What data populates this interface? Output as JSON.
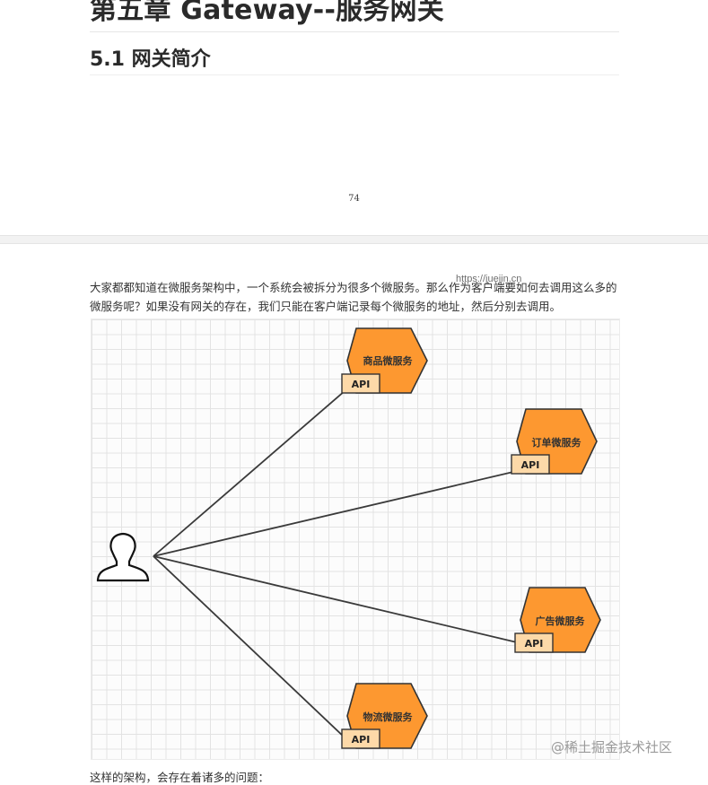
{
  "heading": {
    "chapter": "第五章 Gateway--服务网关",
    "section": "5.1 网关简介"
  },
  "page_number": "74",
  "intro": "大家都都知道在微服务架构中，一个系统会被拆分为很多个微服务。那么作为客户端要如何去调用这么多的微服务呢？如果没有网关的存在，我们只能在客户端记录每个微服务的地址，然后分别去调用。",
  "url_overlay": "https://juejin.cn",
  "diagram": {
    "client_icon": "user-icon",
    "services": [
      {
        "name": "商品微服务",
        "api": "API"
      },
      {
        "name": "订单微服务",
        "api": "API"
      },
      {
        "name": "广告微服务",
        "api": "API"
      },
      {
        "name": "物流微服务",
        "api": "API"
      }
    ],
    "colors": {
      "hex_fill": "#fd9830",
      "api_fill": "#fdd9a8",
      "line": "#3a3a3a"
    }
  },
  "cutoff_text": "这样的架构，会存在着诸多的问题：",
  "watermark": "@稀土掘金技术社区"
}
